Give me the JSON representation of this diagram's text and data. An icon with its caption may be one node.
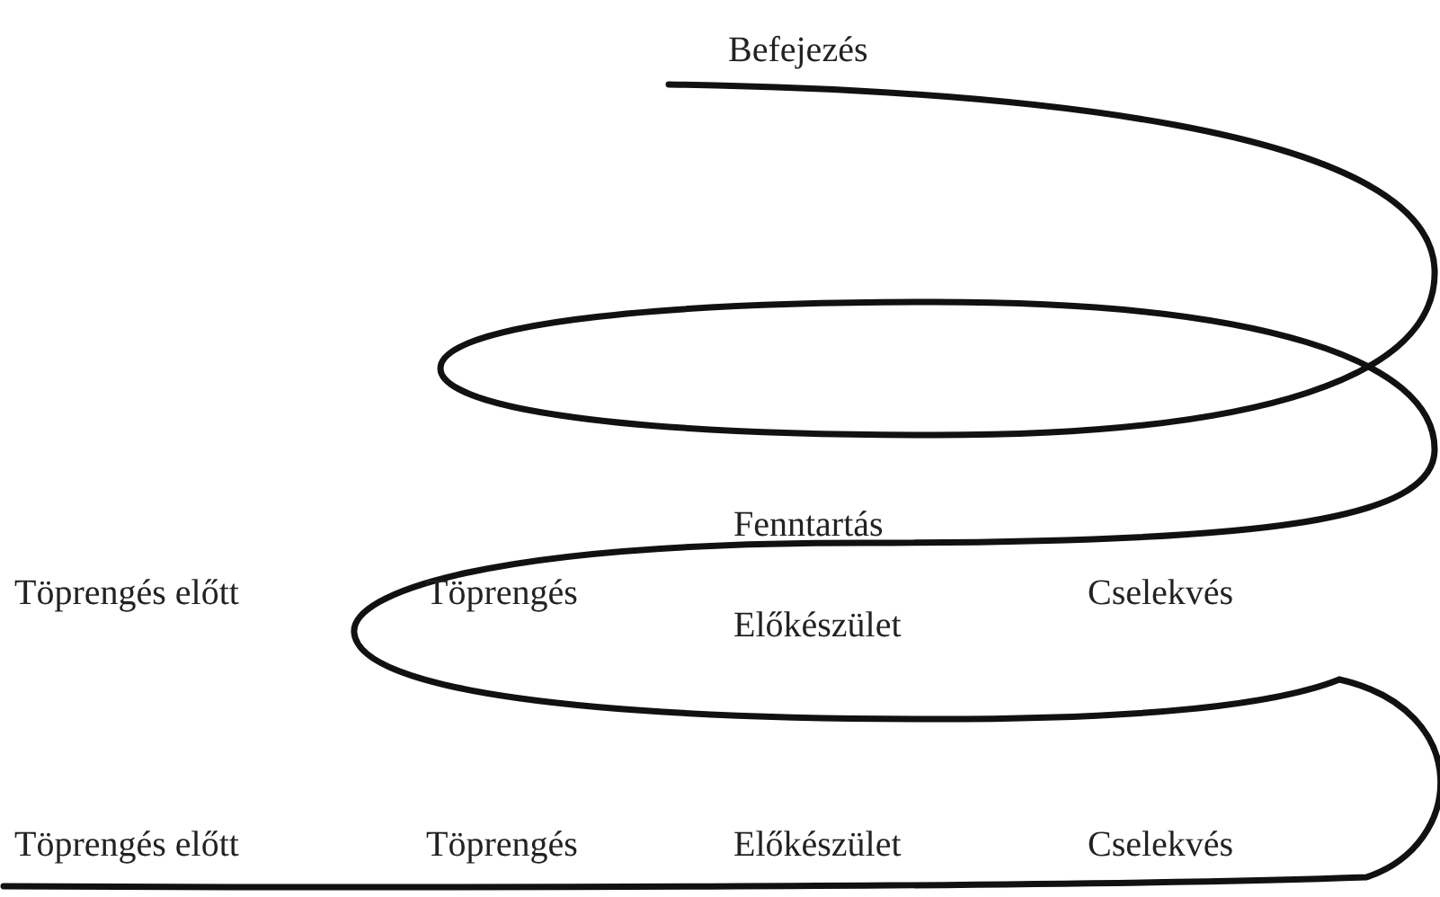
{
  "diagram": {
    "labels": [
      "Befejezés",
      "Fenntartás",
      "Töprengés előtt",
      "Töprengés",
      "Cselekvés",
      "Előkészület",
      "Töprengés előtt",
      "Töprengés",
      "Előkészület",
      "Cselekvés"
    ]
  }
}
